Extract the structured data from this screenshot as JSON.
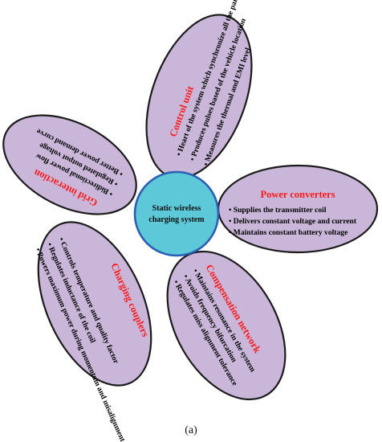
{
  "center": {
    "line1": "Static wireless",
    "line2": "charging system"
  },
  "petals": {
    "control_unit": {
      "title": "Control unit",
      "items": [
        "Heart of the system which synchronize all the parts",
        "Produces pulses based of the vehicle location",
        "Measures the thermal and EMI level"
      ]
    },
    "power_converters": {
      "title": "Power converters",
      "items": [
        "Supplies the transmitter coil",
        "Delivers constant voltage and current",
        "Maintains constant battery voltage"
      ]
    },
    "compensation_network": {
      "title": "Compensation network",
      "items": [
        "Maintains resonance in the system",
        "Avoids frequency bifurcation",
        "Regulates miss alignment tolerance"
      ]
    },
    "charging_couplers": {
      "title": "Charging couplers",
      "items": [
        "Powers maximum power during momentum and misalignment",
        "Regulates inductance of the coil",
        "Controls temperature and quality factor"
      ]
    },
    "grid_interaction": {
      "title": "Grid interaction",
      "items": [
        "Bidirectional power flow",
        "Regulated output voltage",
        "Better power demand curve"
      ]
    }
  },
  "caption": "(a)",
  "colors": {
    "petal_fill": "#c9b6d9",
    "petal_stroke": "#1b1b1b",
    "hub_fill": "#5cc8d8",
    "hub_stroke": "#2b5fb3",
    "title_red": "#ff1a1a"
  }
}
